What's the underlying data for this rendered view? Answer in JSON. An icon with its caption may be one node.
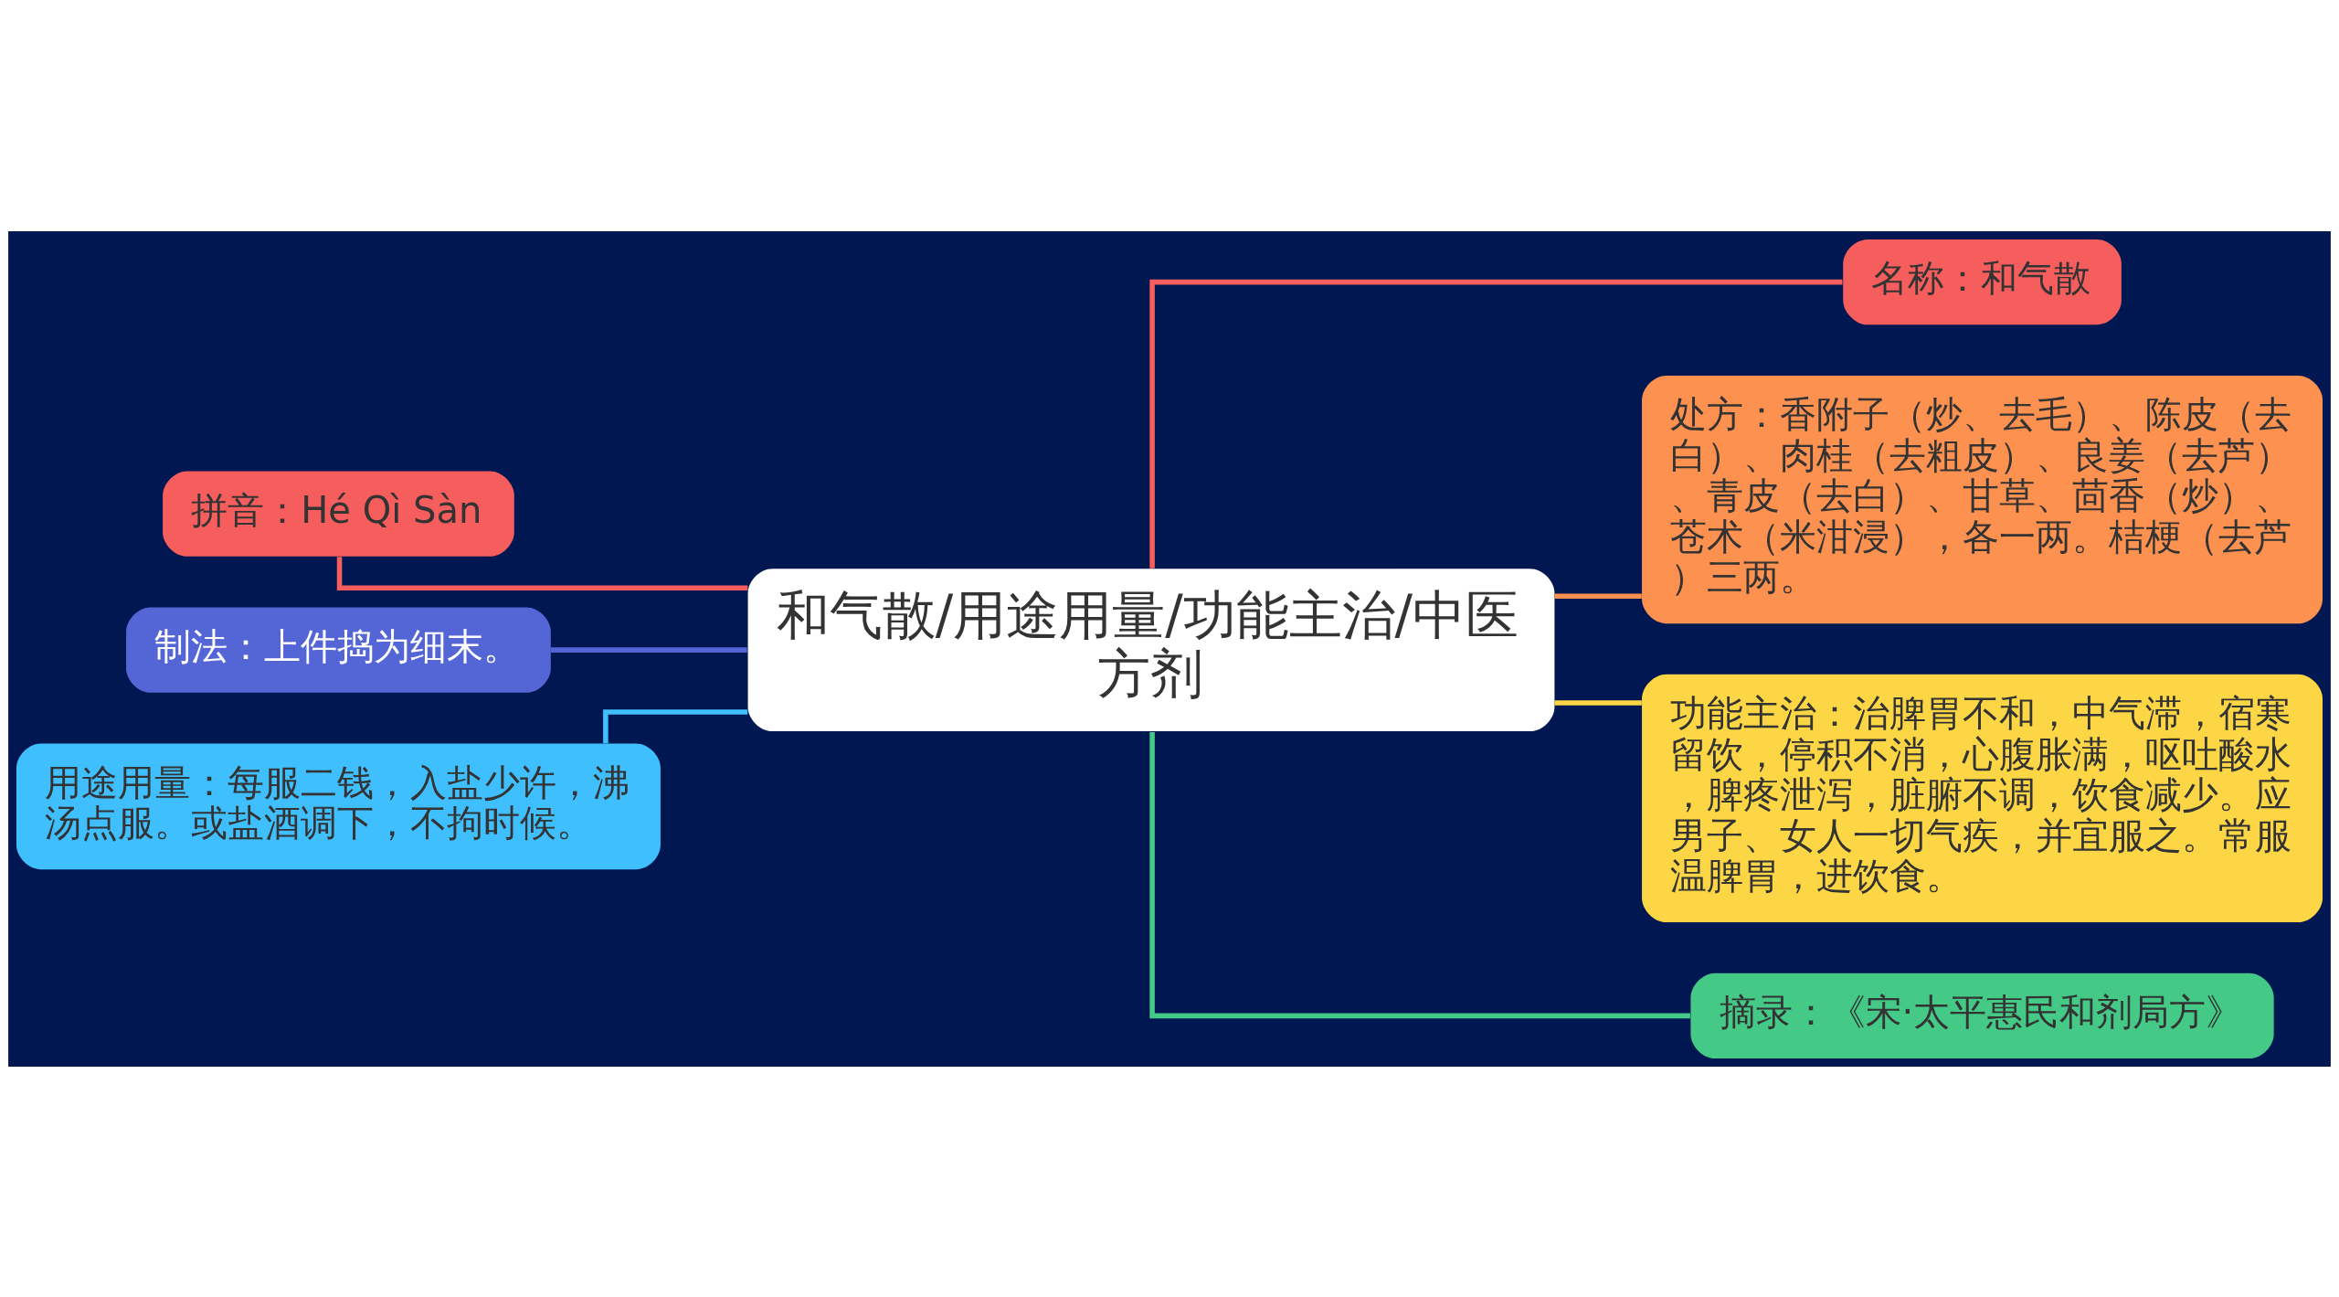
{
  "diagram": {
    "nodes": [
      {
        "text": [
          "和气散/用途用量/功能主治/中医方剂"
        ]
      },
      {
        "text": [
          "拼音：Hé Qì Sàn"
        ]
      },
      {
        "text": [
          "制法：上件捣为细末。"
        ]
      },
      {
        "text": [
          "用途用量：每服二钱，入盐少许，沸汤点服。或盐酒调下，不拘时候。"
        ]
      },
      {
        "text": [
          "名称：和气散"
        ]
      },
      {
        "text": [
          "处方：香附子（炒、去毛）、陈皮（去白）、肉桂（去粗皮）、良姜（去芦）、青皮（去白）、甘草、茴香（炒）、苍术（米泔浸），各一两。桔梗（去芦）三两。"
        ]
      },
      {
        "text": [
          "功能主治：治脾胃不和，中气滞，宿寒留饮，停积不消，心腹胀满，呕吐酸水，脾疼泄泻，脏腑不调，饮食减少。应男子、女人一切气疾，并宜服之。常服温脾胃，进饮食。"
        ]
      },
      {
        "text": [
          "摘录：《宋·太平惠民和剂局方》"
        ]
      }
    ],
    "edges": [
      {
        "from": 0,
        "to": 1,
        "arrow": "none",
        "color": "#f65d5d"
      },
      {
        "from": 0,
        "to": 2,
        "arrow": "none",
        "color": "#5466d6"
      },
      {
        "from": 0,
        "to": 3,
        "arrow": "none",
        "color": "#40bfff"
      },
      {
        "from": 0,
        "to": 4,
        "arrow": "none",
        "color": "#f65d5d"
      },
      {
        "from": 0,
        "to": 5,
        "arrow": "none",
        "color": "#fd914f"
      },
      {
        "from": 0,
        "to": 6,
        "arrow": "none",
        "color": "#fdd645"
      },
      {
        "from": 0,
        "to": 7,
        "arrow": "none",
        "color": "#44c987"
      }
    ]
  }
}
